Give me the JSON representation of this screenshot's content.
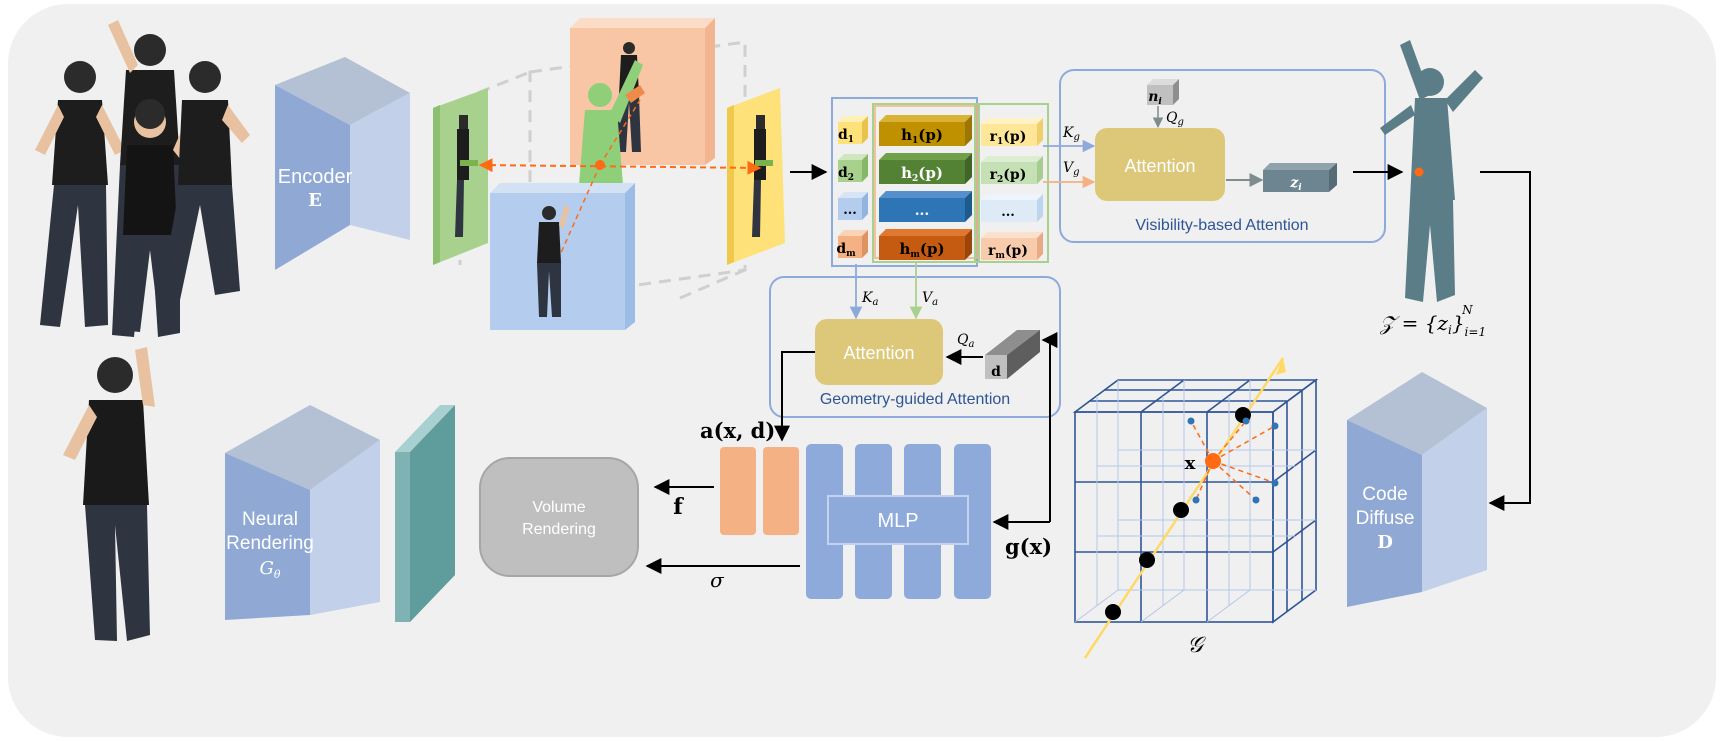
{
  "colors": {
    "panel": "#f0f0f0",
    "encoder_front": "#8fa8d4",
    "encoder_side": "#c2d0ea",
    "encoder_top": "#b4c0d4",
    "green_plane": "#a9d18e",
    "yellow_plane": "#ffe17a",
    "blue_plane": "#b4cdee",
    "orange_plane": "#f8c6a4",
    "attention": "#ddc87a",
    "orange_accent": "#ff6a13",
    "blue_box": "#8eaadb",
    "green_box": "#a9d18e",
    "orange_box": "#f4b183",
    "grid_line": "#2f5597",
    "ray": "#ffd966",
    "mlp": "#8eaadb",
    "feature": "#f4b183",
    "volume": "#bfbfbf",
    "teal": "#7fb3b3",
    "arrow": "#000000",
    "gray_arrow": "#7f8c8d",
    "z_box": "#6d8590",
    "human_mesh": "#5b7d87"
  },
  "icons": {
    "person_images": "person-photo-icon",
    "mesh": "human-mesh-icon",
    "cube": "cube-icon"
  },
  "labels": {
    "encoder_line1": "Encoder",
    "encoder_line2": "E",
    "neural_line1": "Neural",
    "neural_line2": "Rendering",
    "neural_line3": "G",
    "neural_line3_sub": "θ",
    "code_line1": "Code",
    "code_line2": "Diffuse",
    "code_line3": "D",
    "volume_line1": "Volume",
    "volume_line2": "Rendering",
    "mlp": "MLP",
    "attention_top": "Attention",
    "attention_bottom": "Attention",
    "visibility_caption": "Visibility-based Attention",
    "geometry_caption": "Geometry-guided Attention"
  },
  "features": {
    "d": [
      "d",
      "d",
      "...",
      "d"
    ],
    "d_sub": [
      "1",
      "2",
      "",
      "m"
    ],
    "h": [
      "h",
      "h",
      "...",
      "h"
    ],
    "h_sub": [
      "1",
      "2",
      "",
      "m"
    ],
    "h_arg": [
      "(p)",
      "(p)",
      "",
      "(p)"
    ],
    "r": [
      "r",
      "r",
      "...",
      "r"
    ],
    "r_sub": [
      "1",
      "2",
      "",
      "m"
    ],
    "r_arg": [
      "(p)",
      "(p)",
      "",
      "(p)"
    ]
  },
  "math": {
    "n": "n",
    "n_sub": "i",
    "Q": "Q",
    "Qg_sub": "g",
    "K": "K",
    "Kg_sub": "g",
    "V": "V",
    "Vg_sub": "g",
    "z": "z",
    "z_sub": "i",
    "Z_set": "𝒵 = {z",
    "Z_set_sub": "i",
    "Z_set_close": "}",
    "Z_set_lower": "i=1",
    "Z_set_upper": "N",
    "Ka_sub": "a",
    "Va_sub": "a",
    "Qa_sub": "a",
    "d_view": "d",
    "a_xd": "a(x, d)",
    "f": "f",
    "sigma": "σ",
    "g_x": "g(x)",
    "x": "x",
    "G": "𝒢"
  }
}
